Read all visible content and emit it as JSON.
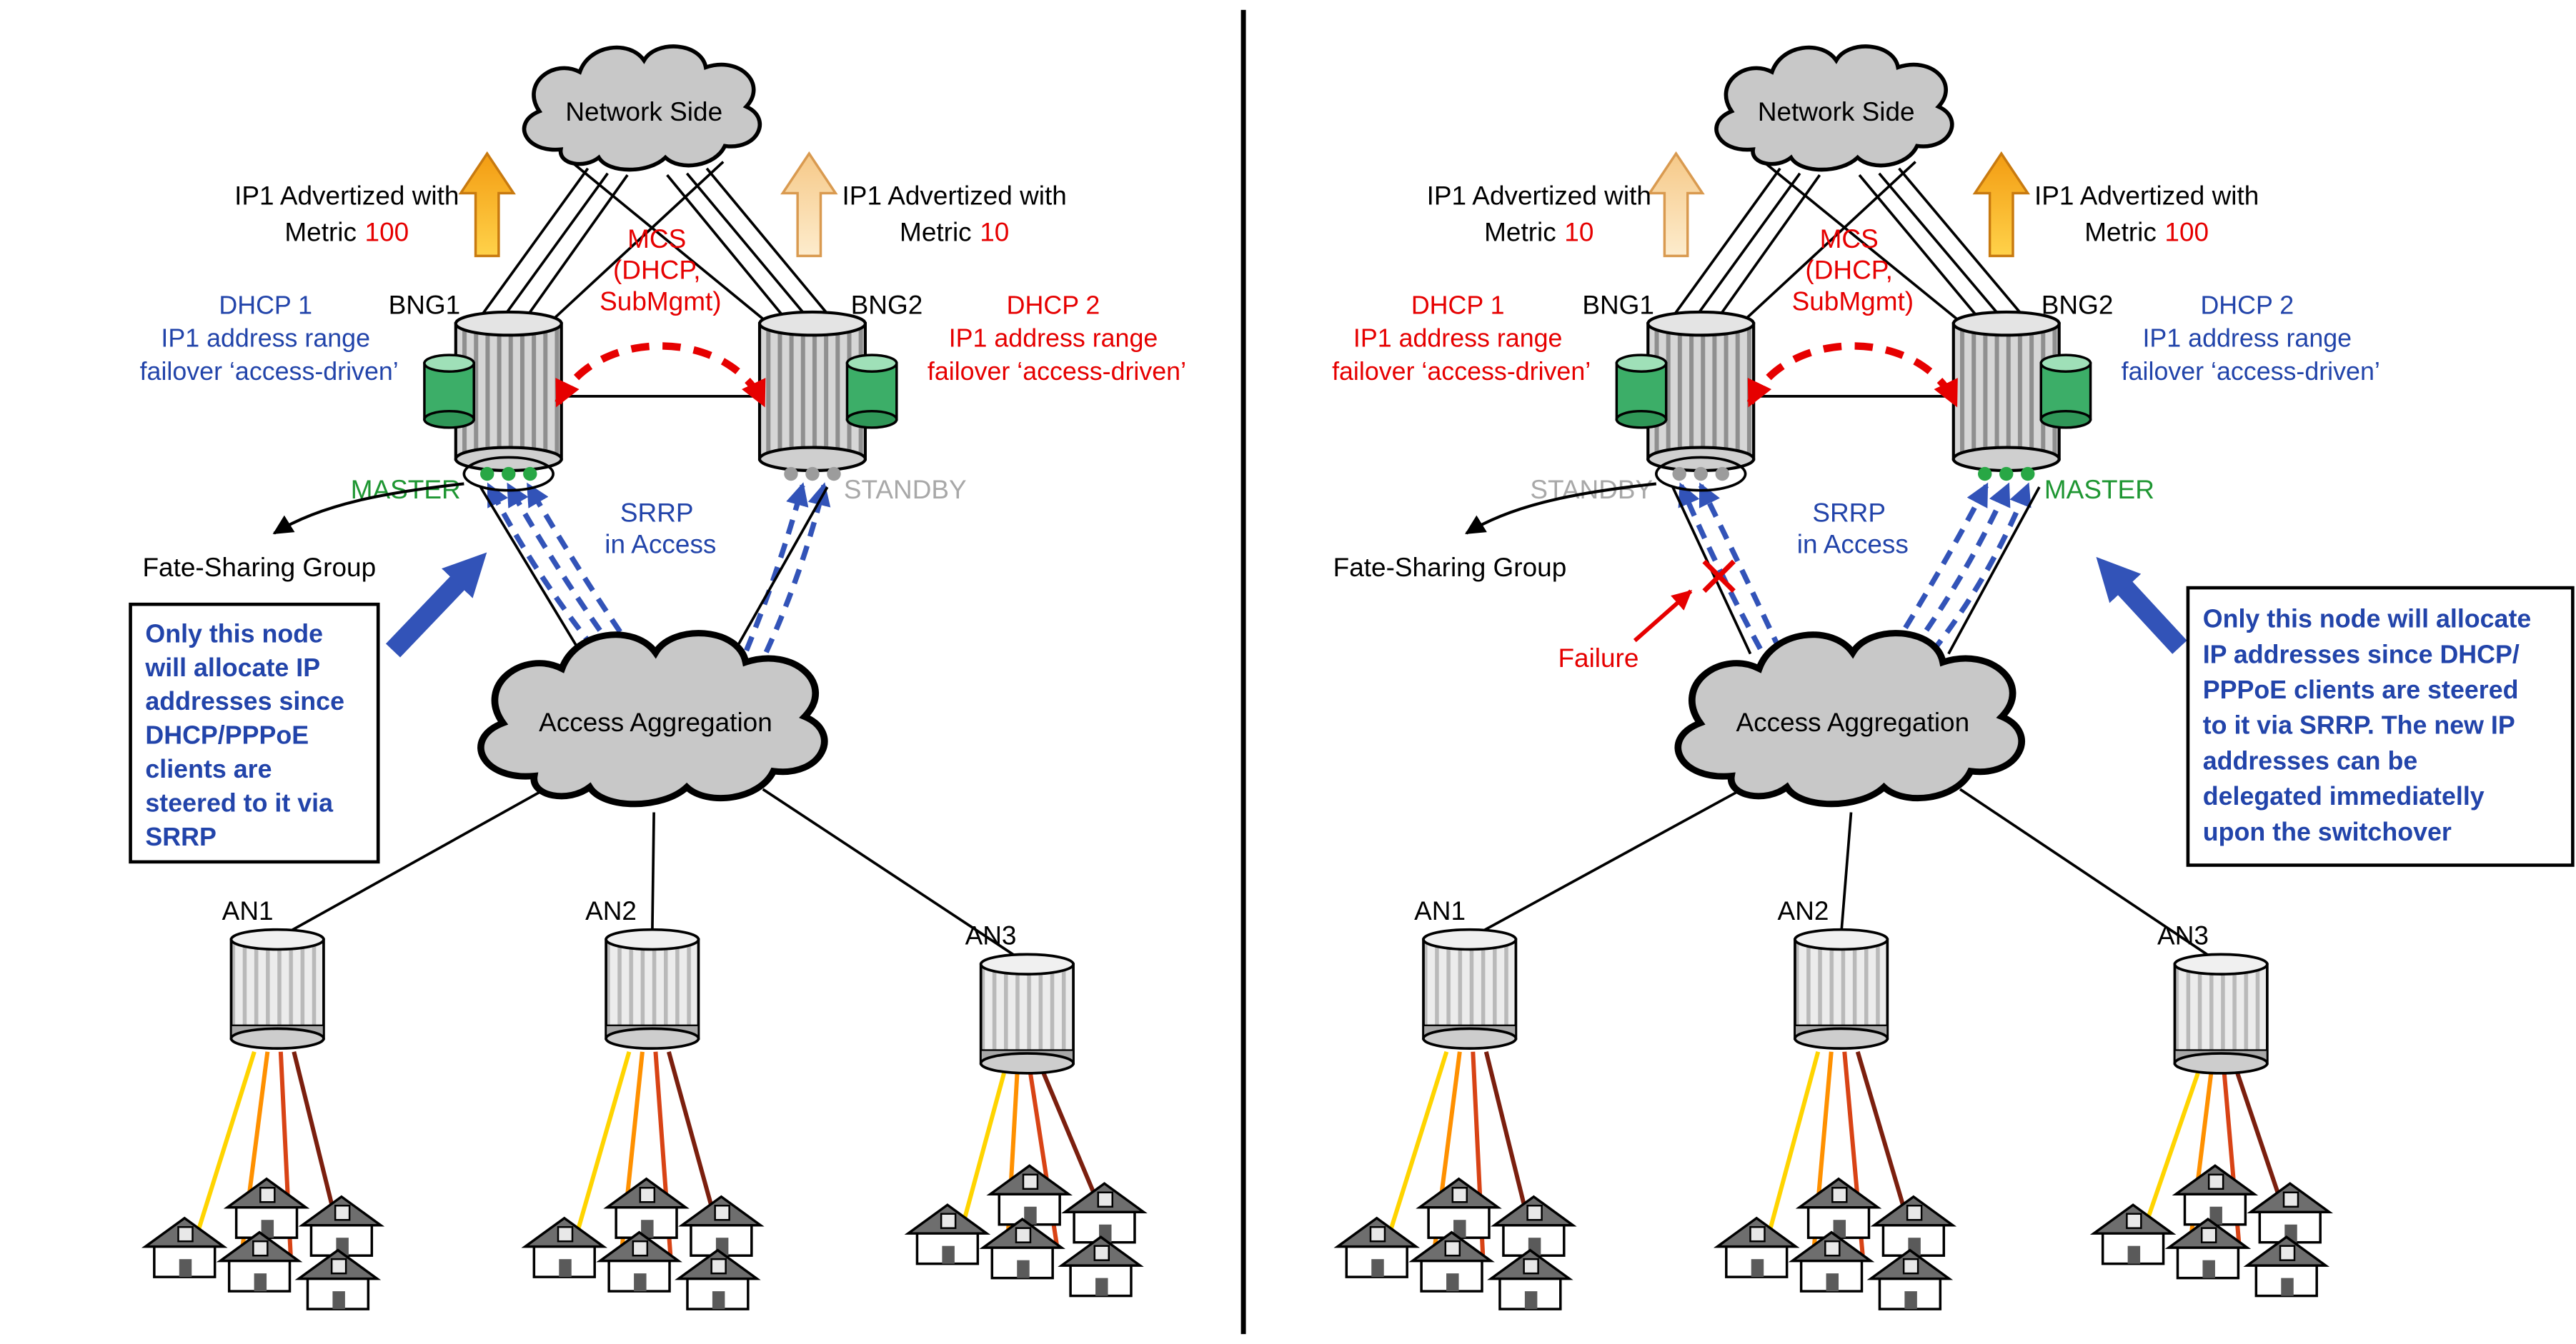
{
  "title": "BNG redundancy with SRRP — before and after failover",
  "colors": {
    "text_blue": "#2244aa",
    "text_red": "#e60000",
    "master_green": "#1e9632",
    "standby_gray": "#a8a8a8",
    "srrp_arrow_blue": "#3253b8",
    "cloud_gray": "#c8c8c8",
    "arrow_bright_yellow": "#ffd24a",
    "arrow_bright_orange": "#f39c12",
    "arrow_pale": "#fbe3c2",
    "db_green": "#3cae68",
    "fan_colors": [
      "#ffd400",
      "#ff9000",
      "#d84315",
      "#7b1f0e"
    ]
  },
  "panels": {
    "left": {
      "network_cloud": "Network Side",
      "advert_left": {
        "line1": "IP1 Advertized with",
        "metric_label": "Metric",
        "metric_value": "100"
      },
      "advert_right": {
        "line1": "IP1 Advertized with",
        "metric_label": "Metric",
        "metric_value": "10"
      },
      "mcs": [
        "MCS",
        "(DHCP,",
        "SubMgmt)"
      ],
      "bng1": "BNG1",
      "bng2": "BNG2",
      "dhcp1": [
        "DHCP 1",
        "IP1 address range",
        "failover ‘access-driven’"
      ],
      "dhcp2": [
        "DHCP 2",
        "IP1 address range",
        "failover ‘access-driven’"
      ],
      "bng1_role": "MASTER",
      "bng2_role": "STANDBY",
      "srrp": [
        "SRRP",
        "in Access"
      ],
      "fate": "Fate-Sharing Group",
      "note": [
        "Only this node",
        "will allocate IP",
        "addresses since",
        "DHCP/PPPoE",
        "clients are",
        "steered to it via",
        "SRRP"
      ],
      "access_cloud": "Access Aggregation",
      "an": [
        "AN1",
        "AN2",
        "AN3"
      ]
    },
    "right": {
      "network_cloud": "Network Side",
      "advert_left": {
        "line1": "IP1 Advertized with",
        "metric_label": "Metric",
        "metric_value": "10"
      },
      "advert_right": {
        "line1": "IP1 Advertized with",
        "metric_label": "Metric",
        "metric_value": "100"
      },
      "mcs": [
        "MCS",
        "(DHCP,",
        "SubMgmt)"
      ],
      "bng1": "BNG1",
      "bng2": "BNG2",
      "dhcp1": [
        "DHCP 1",
        "IP1 address range",
        "failover ‘access-driven’"
      ],
      "dhcp2": [
        "DHCP 2",
        "IP1 address range",
        "failover ‘access-driven’"
      ],
      "bng1_role": "STANDBY",
      "bng2_role": "MASTER",
      "srrp": [
        "SRRP",
        "in Access"
      ],
      "fate": "Fate-Sharing Group",
      "failure": "Failure",
      "note": [
        "Only this node will allocate",
        "IP addresses since DHCP/",
        "PPPoE clients are steered",
        "to it via SRRP. The new IP",
        "addresses can be",
        "delegated immediatelly",
        "upon the switchover"
      ],
      "access_cloud": "Access Aggregation",
      "an": [
        "AN1",
        "AN2",
        "AN3"
      ]
    }
  }
}
